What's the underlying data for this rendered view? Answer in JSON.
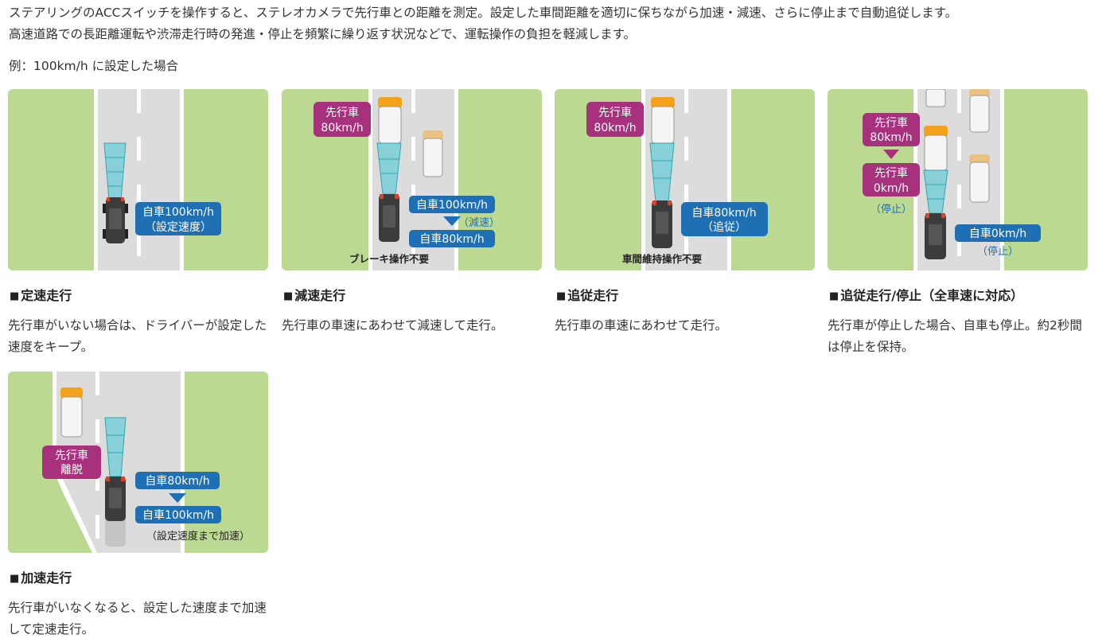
{
  "intro": {
    "line1": "ステアリングのACCスイッチを操作すると、ステレオカメラで先行車との距離を測定。設定した車間距離を適切に保ちながら加速・減速、さらに停止まで自動追従します。",
    "line2": "高速道路での長距離運転や渋滞走行時の発進・停止を頻繁に繰り返す状況などで、運転操作の負担を軽減します。"
  },
  "example": "例：100km/h に設定した場合",
  "title_marker": "■",
  "cards": [
    {
      "title": "定速走行",
      "desc": "先行車がいない場合は、ドライバーが設定した速度をキープ。",
      "labels": {
        "own_line1": "自車100km/h",
        "own_line2": "（設定速度）"
      }
    },
    {
      "title": "減速走行",
      "desc": "先行車の車速にあわせて減速して走行。",
      "labels": {
        "lead_line1": "先行車",
        "lead_line2": "80km/h",
        "own_from": "自車100km/h",
        "change": "（減速）",
        "own_to": "自車80km/h",
        "caption": "ブレーキ操作不要"
      }
    },
    {
      "title": "追従走行",
      "desc": "先行車の車速にあわせて走行。",
      "labels": {
        "lead_line1": "先行車",
        "lead_line2": "80km/h",
        "own_line1": "自車80km/h",
        "own_line2": "（追従）",
        "caption": "車間維持操作不要"
      }
    },
    {
      "title": "追従走行/停止（全車速に対応）",
      "desc": "先行車が停止した場合、自車も停止。約2秒間は停止を保持。",
      "labels": {
        "lead_line1": "先行車",
        "lead_line2": "80km/h",
        "lead2_line1": "先行車",
        "lead2_line2": "0km/h",
        "lead_stop": "（停止）",
        "own_line1": "自車0km/h",
        "own_stop": "（停止）"
      }
    },
    {
      "title": "加速走行",
      "desc": "先行車がいなくなると、設定した速度まで加速して定速走行。",
      "labels": {
        "lead_line1": "先行車",
        "lead_line2": "離脱",
        "own_from": "自車80km/h",
        "own_to": "自車100km/h",
        "note": "（設定速度まで加速）"
      }
    }
  ],
  "colors": {
    "grass": "#bcd992",
    "road": "#dcdcdc",
    "lane": "#ffffff",
    "blue_label": "#1f6fb5",
    "magenta_label": "#a8317d",
    "beam": "#79cfd8",
    "orange_roof": "#f5a21b",
    "tan_roof": "#e9c183"
  }
}
